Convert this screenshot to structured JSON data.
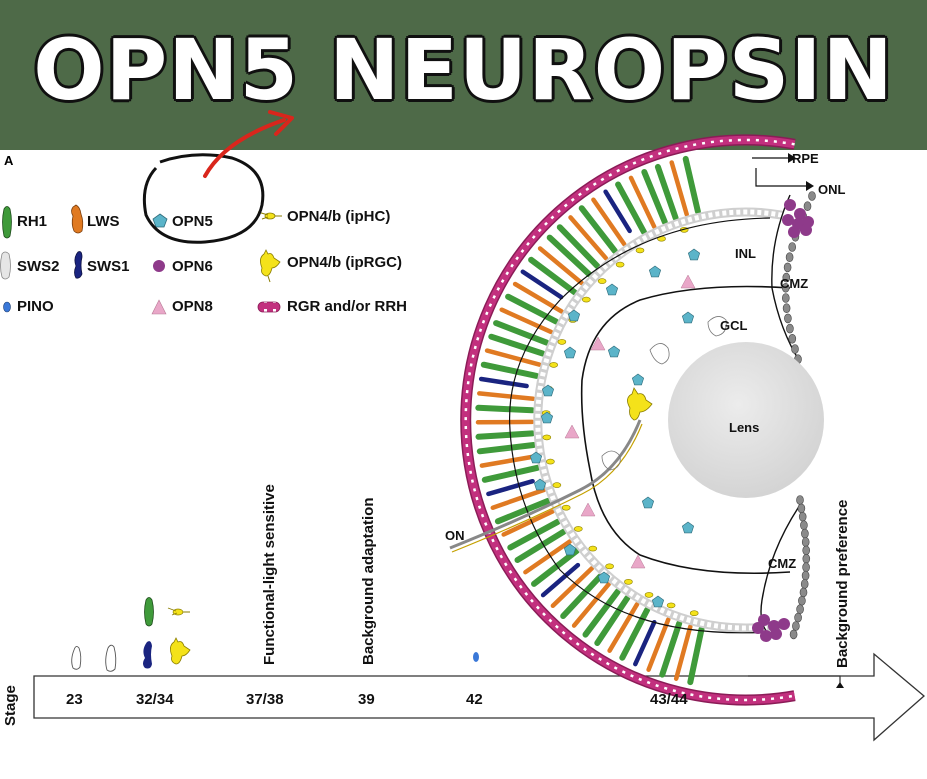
{
  "banner": {
    "title": "OPN5 NEUROPSIN",
    "background": "#4e6a48"
  },
  "figure": {
    "panel_letter": "A",
    "legend": [
      {
        "id": "rh1",
        "label": "RH1",
        "color": "#3f9a3a"
      },
      {
        "id": "lws",
        "label": "LWS",
        "color": "#e07a22"
      },
      {
        "id": "opn5",
        "label": "OPN5",
        "color": "#5bb4c9"
      },
      {
        "id": "opn4-iphc",
        "label": "OPN4/b (ipHC)",
        "color": "#f4e21a"
      },
      {
        "id": "sws2",
        "label": "SWS2",
        "color": "#dddddd"
      },
      {
        "id": "sws1",
        "label": "SWS1",
        "color": "#1a2480"
      },
      {
        "id": "opn6",
        "label": "OPN6",
        "color": "#8e3a8a"
      },
      {
        "id": "opn4-iprgc",
        "label": "OPN4/b (ipRGC)",
        "color": "#f4e21a"
      },
      {
        "id": "pino",
        "label": "PINO",
        "color": "#3a78d8"
      },
      {
        "id": "opn8",
        "label": "OPN8",
        "color": "#e9a7c8"
      },
      {
        "id": "rgr-rrh",
        "label": "RGR and/or RRH",
        "color": "#c2307e"
      }
    ],
    "stage_axis_label": "Stage",
    "stages": [
      "23",
      "32/34",
      "37/38",
      "39",
      "42",
      "43/44"
    ],
    "milestones": [
      "Functional-light sensitive",
      "Background adaptation",
      "Background preference"
    ],
    "eye_labels": {
      "rpe": "RPE",
      "onl": "ONL",
      "inl": "INL",
      "cmz_top": "CMZ",
      "gcl": "GCL",
      "lens": "Lens",
      "on": "ON",
      "cmz_bottom": "CMZ"
    },
    "annotation_color": "#d9261c"
  }
}
